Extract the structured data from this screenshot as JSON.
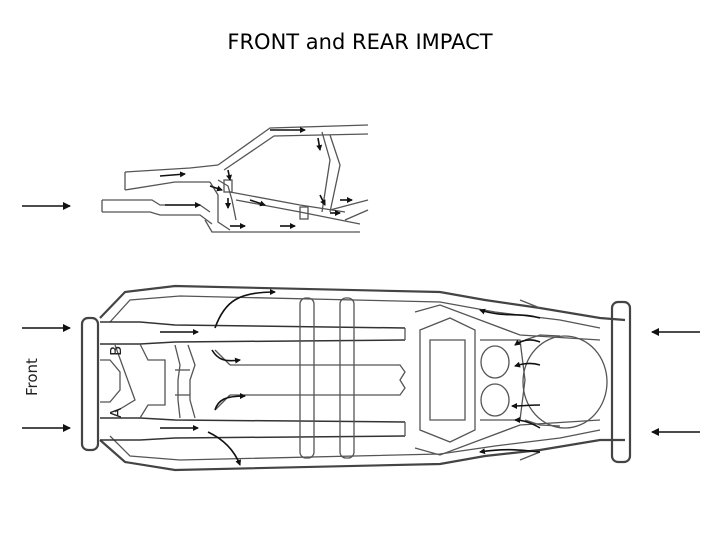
{
  "title": "FRONT and REAR IMPACT",
  "labels": {
    "front": "Front",
    "a": "A",
    "b": "B"
  },
  "colors": {
    "line": "#555555",
    "arrow": "#111111",
    "background": "#ffffff"
  }
}
